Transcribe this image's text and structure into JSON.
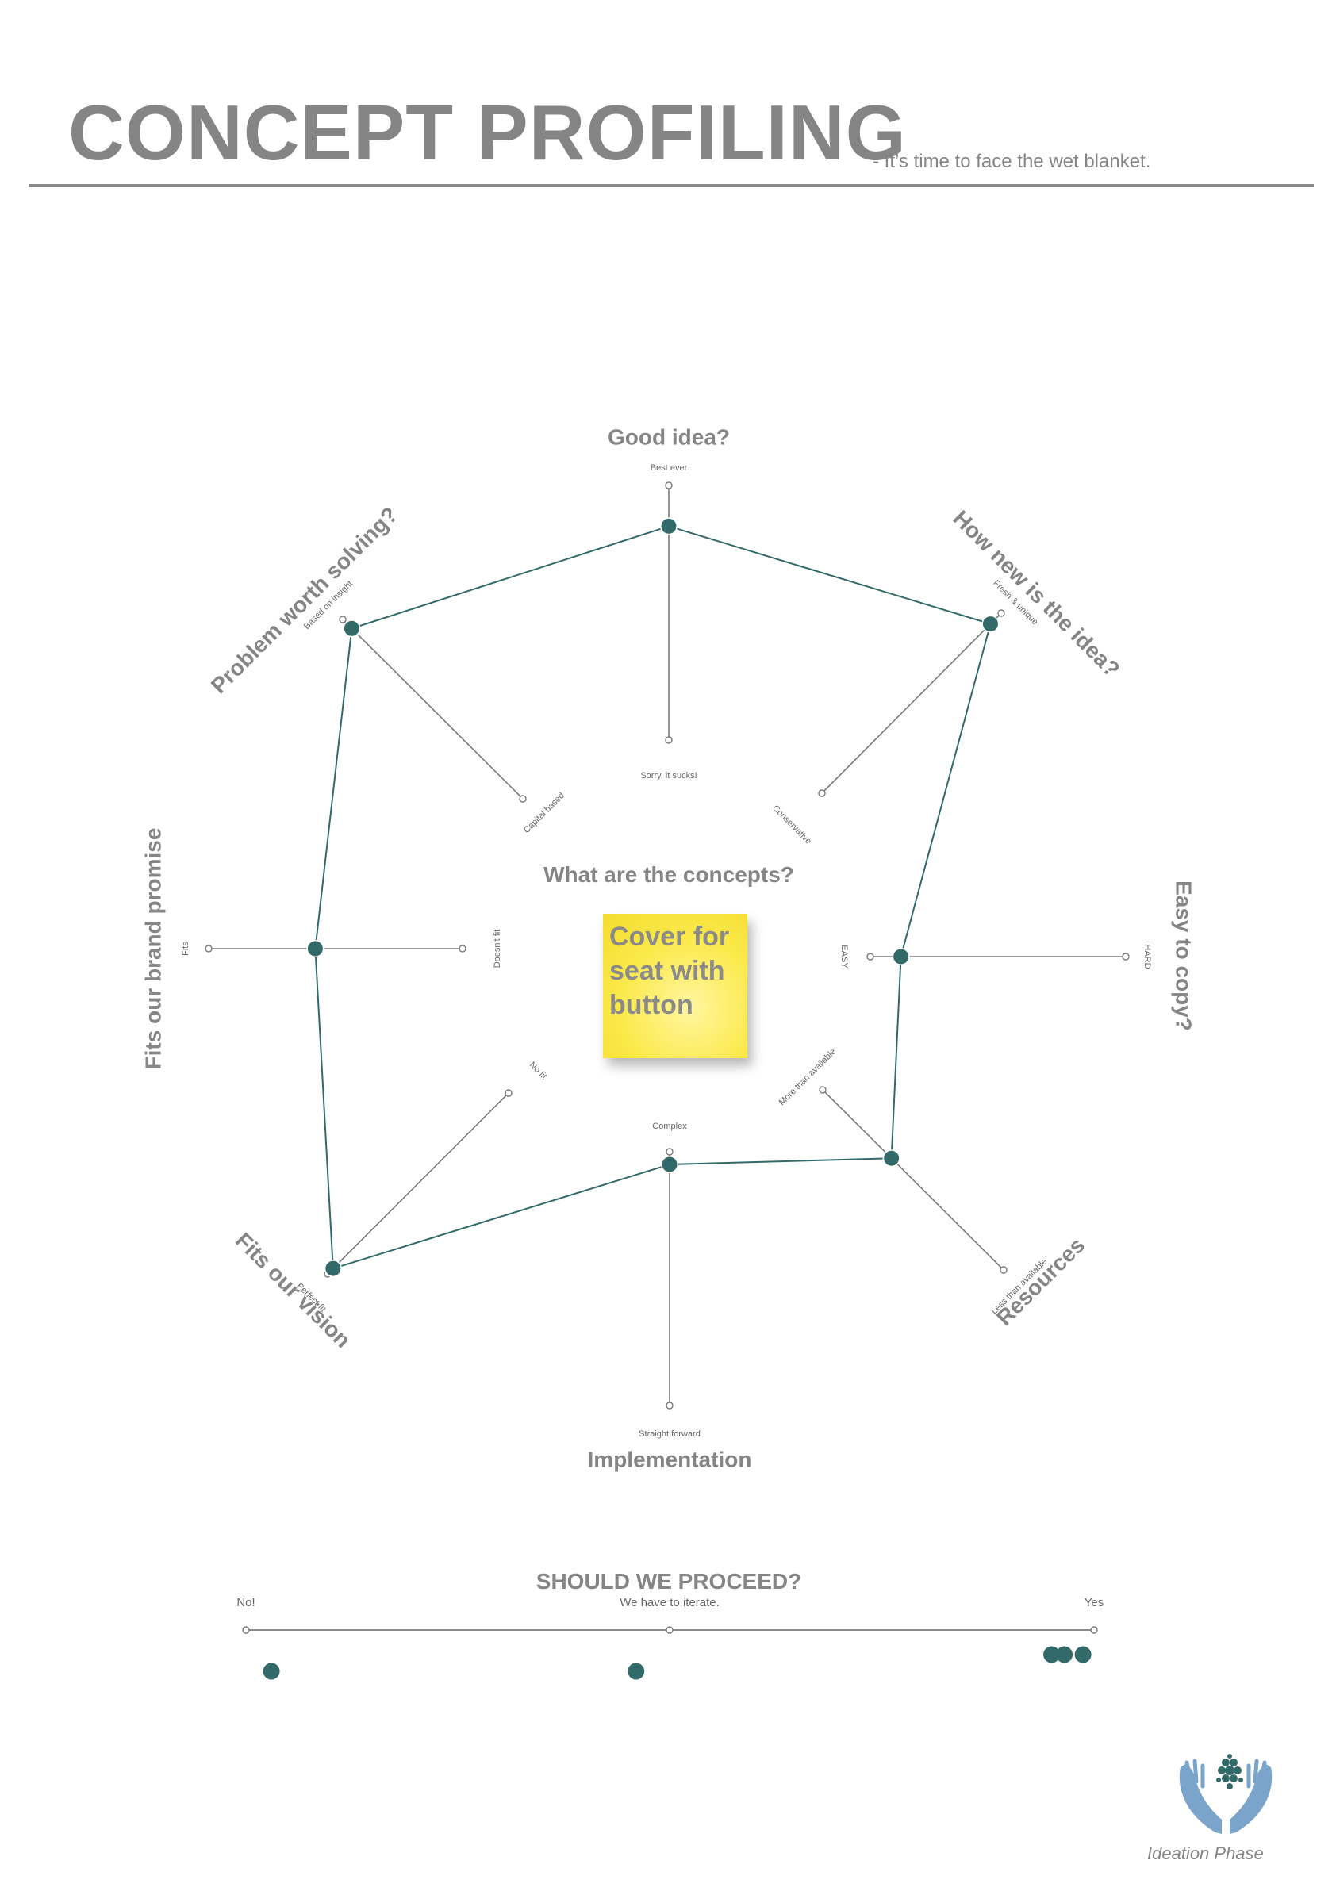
{
  "header": {
    "title": "CONCEPT PROFILING",
    "subtitle": "- It’s time to face the wet blanket."
  },
  "center": {
    "question": "What are the concepts?",
    "sticky_note": "Cover for seat with button"
  },
  "axes": [
    {
      "id": "good-idea",
      "title": "Good idea?",
      "outer_label": "Best ever",
      "inner_label": "Sorry, it sucks!",
      "score": 0.84
    },
    {
      "id": "how-new",
      "title": "How new is the idea?",
      "outer_label": "Fresh & unique",
      "inner_label": "Conservative",
      "score": 0.94
    },
    {
      "id": "easy-to-copy",
      "title": "Easy to copy?",
      "outer_label": "HARD",
      "inner_label": "EASY",
      "score": 0.12
    },
    {
      "id": "resources",
      "title": "Resources",
      "outer_label": "Less than available",
      "inner_label": "More than available",
      "score": 0.38
    },
    {
      "id": "implementation",
      "title": "Implementation",
      "outer_label": "Straight forward",
      "inner_label": "Complex",
      "score": 0.05
    },
    {
      "id": "fits-vision",
      "title": "Fits our vision",
      "outer_label": "Perfect fit",
      "inner_label": "No fit",
      "score": 0.97
    },
    {
      "id": "fits-brand",
      "title": "Fits our brand promise",
      "outer_label": "Fits",
      "inner_label": "Doesn't fit",
      "score": 0.58
    },
    {
      "id": "problem",
      "title": "Problem worth solving?",
      "outer_label": "Based on insight",
      "inner_label": "Capital based",
      "score": 0.95
    }
  ],
  "proceed": {
    "title": "SHOULD WE PROCEED?",
    "labels": [
      "No!",
      "We have to  iterate.",
      "Yes"
    ],
    "votes": [
      0.03,
      0.46,
      0.95,
      0.965,
      0.987
    ]
  },
  "logo": {
    "label": "Ideation Phase",
    "icon": "hands-holding-idea-icon"
  },
  "colors": {
    "accent": "#326a69",
    "gray": "#858585",
    "sticky": "#fbe94a"
  }
}
